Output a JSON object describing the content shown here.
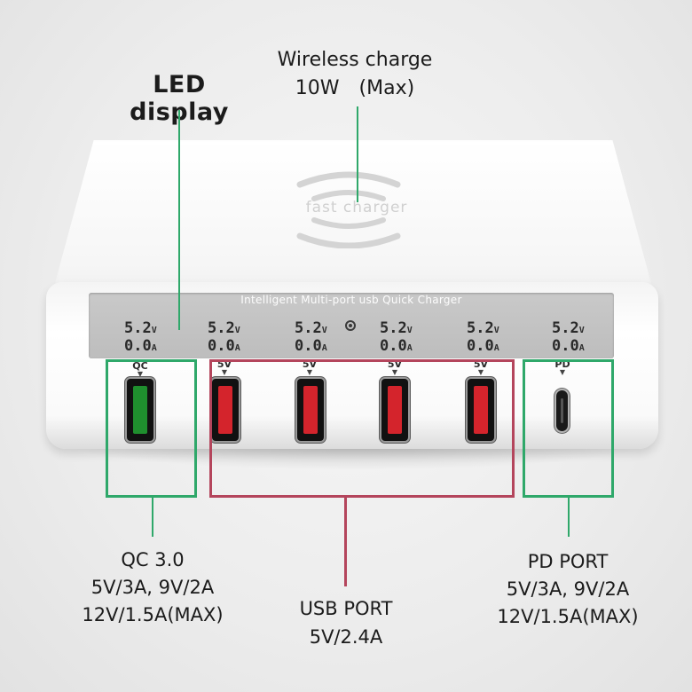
{
  "callouts": {
    "led_display": "LED display",
    "wireless_title": "Wireless charge",
    "wireless_power": "10W　(Max)",
    "qc": {
      "title": "QC 3.0",
      "line1": "5V/3A, 9V/2A",
      "line2": "12V/1.5A(MAX)"
    },
    "usb": {
      "title": "USB PORT",
      "line1": "5V/2.4A"
    },
    "pd": {
      "title": "PD PORT",
      "line1": "5V/3A, 9V/2A",
      "line2": "12V/1.5A(MAX)"
    }
  },
  "device": {
    "top_text": "fast charger",
    "lcd_title": "Intelligent Multi-port usb Quick Charger",
    "readouts": [
      {
        "volt": "5.2",
        "vunit": "V",
        "amp": "0.0",
        "aunit": "A"
      },
      {
        "volt": "5.2",
        "vunit": "V",
        "amp": "0.0",
        "aunit": "A"
      },
      {
        "volt": "5.2",
        "vunit": "V",
        "amp": "0.0",
        "aunit": "A"
      },
      {
        "volt": "5.2",
        "vunit": "V",
        "amp": "0.0",
        "aunit": "A"
      },
      {
        "volt": "5.2",
        "vunit": "V",
        "amp": "0.0",
        "aunit": "A"
      },
      {
        "volt": "5.2",
        "vunit": "V",
        "amp": "0.0",
        "aunit": "A"
      }
    ],
    "ports": [
      {
        "label": "QC",
        "type": "usb-a",
        "color": "#1f8f2e"
      },
      {
        "label": "5V",
        "type": "usb-a",
        "color": "#d4242c"
      },
      {
        "label": "5V",
        "type": "usb-a",
        "color": "#d4242c"
      },
      {
        "label": "5V",
        "type": "usb-a",
        "color": "#d4242c"
      },
      {
        "label": "5V",
        "type": "usb-a",
        "color": "#d4242c"
      },
      {
        "label": "PD",
        "type": "usb-c",
        "color": "#1a1a1a"
      }
    ]
  },
  "colors": {
    "highlight_green": "#2fa86a",
    "highlight_red": "#b4455c"
  }
}
